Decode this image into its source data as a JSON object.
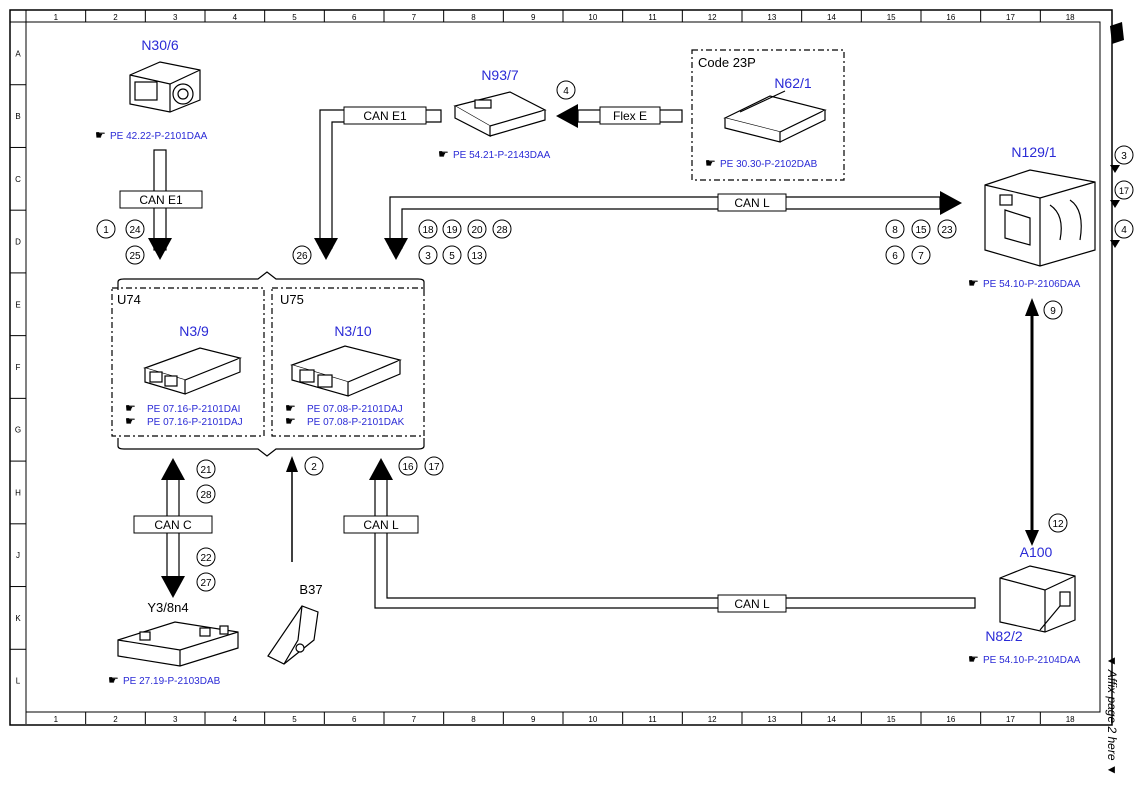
{
  "grid": {
    "columns": [
      "1",
      "2",
      "3",
      "4",
      "5",
      "6",
      "7",
      "8",
      "9",
      "10",
      "11",
      "12",
      "13",
      "14",
      "15",
      "16",
      "17",
      "18"
    ],
    "rows": [
      "A",
      "B",
      "C",
      "D",
      "E",
      "F",
      "G",
      "H",
      "J",
      "K",
      "L"
    ]
  },
  "colors": {
    "link": "#2a2ad6",
    "line": "#000000"
  },
  "components": {
    "n30_6": {
      "id": "N30/6",
      "ref": "PE 42.22-P-2101DAA"
    },
    "n93_7": {
      "id": "N93/7",
      "ref": "PE 54.21-P-2143DAA"
    },
    "n62_1": {
      "id": "N62/1",
      "ref": "PE 30.30-P-2102DAB",
      "code": "Code 23P"
    },
    "n129_1": {
      "id": "N129/1",
      "ref": "PE 54.10-P-2106DAA"
    },
    "n3_9": {
      "id": "N3/9",
      "unit": "U74",
      "refs": [
        "PE 07.16-P-2101DAI",
        "PE 07.16-P-2101DAJ"
      ]
    },
    "n3_10": {
      "id": "N3/10",
      "unit": "U75",
      "refs": [
        "PE 07.08-P-2101DAJ",
        "PE 07.08-P-2101DAK"
      ]
    },
    "y3_8n4": {
      "id": "Y3/8n4",
      "ref": "PE 27.19-P-2103DAB"
    },
    "b37": {
      "id": "B37"
    },
    "a100": {
      "id": "A100"
    },
    "n82_2": {
      "id": "N82/2",
      "ref": "PE 54.10-P-2104DAA"
    }
  },
  "buses": {
    "can_e1": "CAN E1",
    "flex_e": "Flex E",
    "can_l": "CAN L",
    "can_c": "CAN C"
  },
  "markers": {
    "m1": "1",
    "m2": "2",
    "m3": "3",
    "m4": "4",
    "m5": "5",
    "m6": "6",
    "m7": "7",
    "m8": "8",
    "m9": "9",
    "m12": "12",
    "m13": "13",
    "m15": "15",
    "m16": "16",
    "m17": "17",
    "m18": "18",
    "m19": "19",
    "m20": "20",
    "m21": "21",
    "m22": "22",
    "m23": "23",
    "m24": "24",
    "m25": "25",
    "m26": "26",
    "m27": "27",
    "m28": "28",
    "edge3": "3",
    "edge17": "17",
    "edge4": "4"
  },
  "affix_note": "▼ Affix page 2 here ▼"
}
